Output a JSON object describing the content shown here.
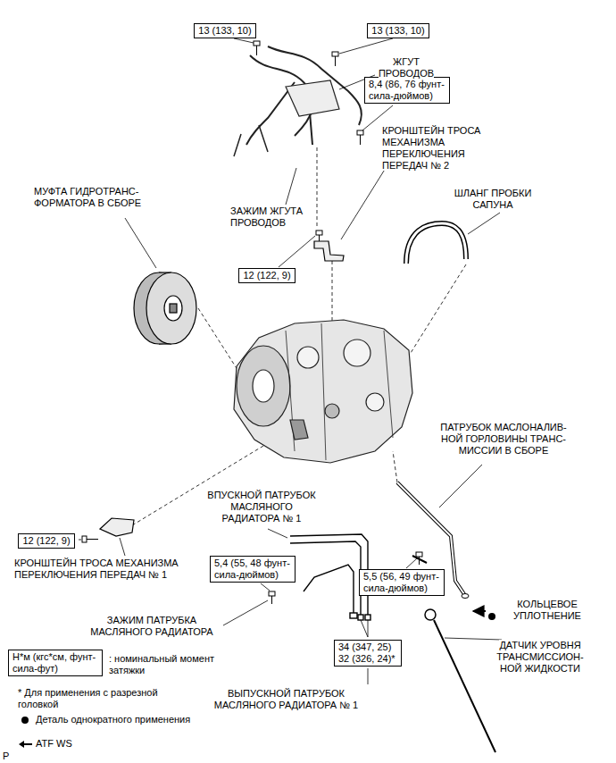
{
  "diagram": {
    "nodes": [
      {
        "text": [
          "13 (133, 10)"
        ]
      },
      {
        "text": [
          "13 (133, 10)"
        ]
      },
      {
        "text": [
          "8,4 (86, 76 фунт-сила-дюймов)"
        ]
      },
      {
        "text": [
          "12 (122, 9)"
        ]
      },
      {
        "text": [
          "12 (122, 9)"
        ]
      },
      {
        "text": [
          "5,4 (55, 48 фунт-сила-дюймов)"
        ]
      },
      {
        "text": [
          "5,5 (56, 49 фунт-сила-дюймов)"
        ]
      },
      {
        "text": [
          "34 (347, 25) 32 (326, 24)*"
        ]
      },
      {
        "text": [
          "Н*м (кгс*см, фунт-сила-фут)"
        ]
      }
    ],
    "labels": [
      "ЖГУТ ПРОВОДОВ",
      "КРОНШТЕЙН ТРОСА МЕХАНИЗМА ПЕРЕКЛЮЧЕНИЯ ПЕРЕДАЧ № 2",
      "МУФТА ГИДРОТРАНС- ФОРМАТОРА В СБОРЕ",
      "ШЛАНГ ПРОБКИ САПУНА",
      "ЗАЖИМ ЖГУТА ПРОВОДОВ",
      "ПАТРУБОК МАСЛОНАЛИВ- НОЙ ГОРЛОВИНЫ ТРАНС- МИССИИ В СБОРЕ",
      "ВПУСКНОЙ ПАТРУБОК МАСЛЯНОГО РАДИАТОРА № 1",
      "КРОНШТЕЙН ТРОСА МЕХАНИЗМА ПЕРЕКЛЮЧЕНИЯ ПЕРЕДАЧ № 1",
      "КОЛЬЦЕВОЕ УПЛОТНЕНИЕ",
      "ЗАЖИМ ПАТРУБКА МАСЛЯНОГО РАДИАТОРА",
      ": номинальный момент затяжки",
      "ДАТЧИК УРОВНЯ ТРАНСМИССИОН- НОЙ ЖИДКОСТИ",
      "ВЫПУСКНОЙ ПАТРУБОК МАСЛЯНОГО РАДИАТОРА № 1",
      "* Для применения с разрезной головкой",
      "P"
    ],
    "legend": [
      {
        "text": "Деталь однократного применения"
      },
      {
        "text": "ATF WS"
      }
    ]
  }
}
